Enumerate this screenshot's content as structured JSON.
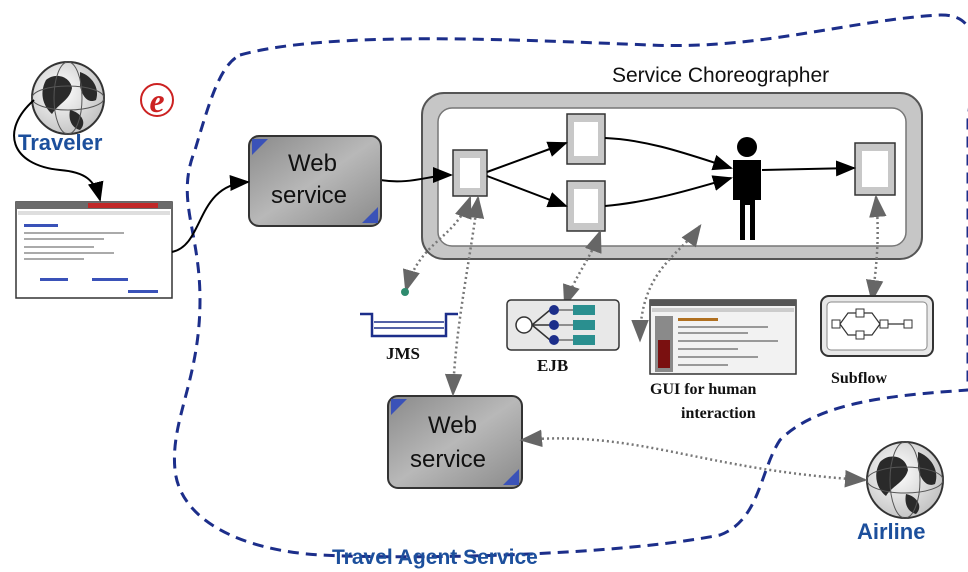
{
  "diagram": {
    "container_label": "Travel Agent Service",
    "choreographer_label": "Service Choreographer",
    "traveler": {
      "label": "Traveler",
      "brand_glyph": "e"
    },
    "airline": {
      "label": "Airline"
    },
    "web_service_top": {
      "line1": "Web",
      "line2": "service"
    },
    "web_service_bottom": {
      "line1": "Web",
      "line2": "service"
    },
    "components": {
      "jms": "JMS",
      "ejb": "EJB",
      "gui_line1": "GUI for human",
      "gui_line2": "interaction",
      "subflow": "Subflow"
    }
  },
  "colors": {
    "boundary": "#1c2e8a",
    "label_blue": "#1c4f9c",
    "ws_fill": "#a6a6a6",
    "ws_corner": "#3a52b8",
    "brand_red": "#cc2222",
    "node_gray": "#c8c8c8"
  },
  "icons": [
    "globe-icon",
    "e-business-logo",
    "person-icon",
    "queue-icon",
    "browser-screenshot-icon"
  ]
}
